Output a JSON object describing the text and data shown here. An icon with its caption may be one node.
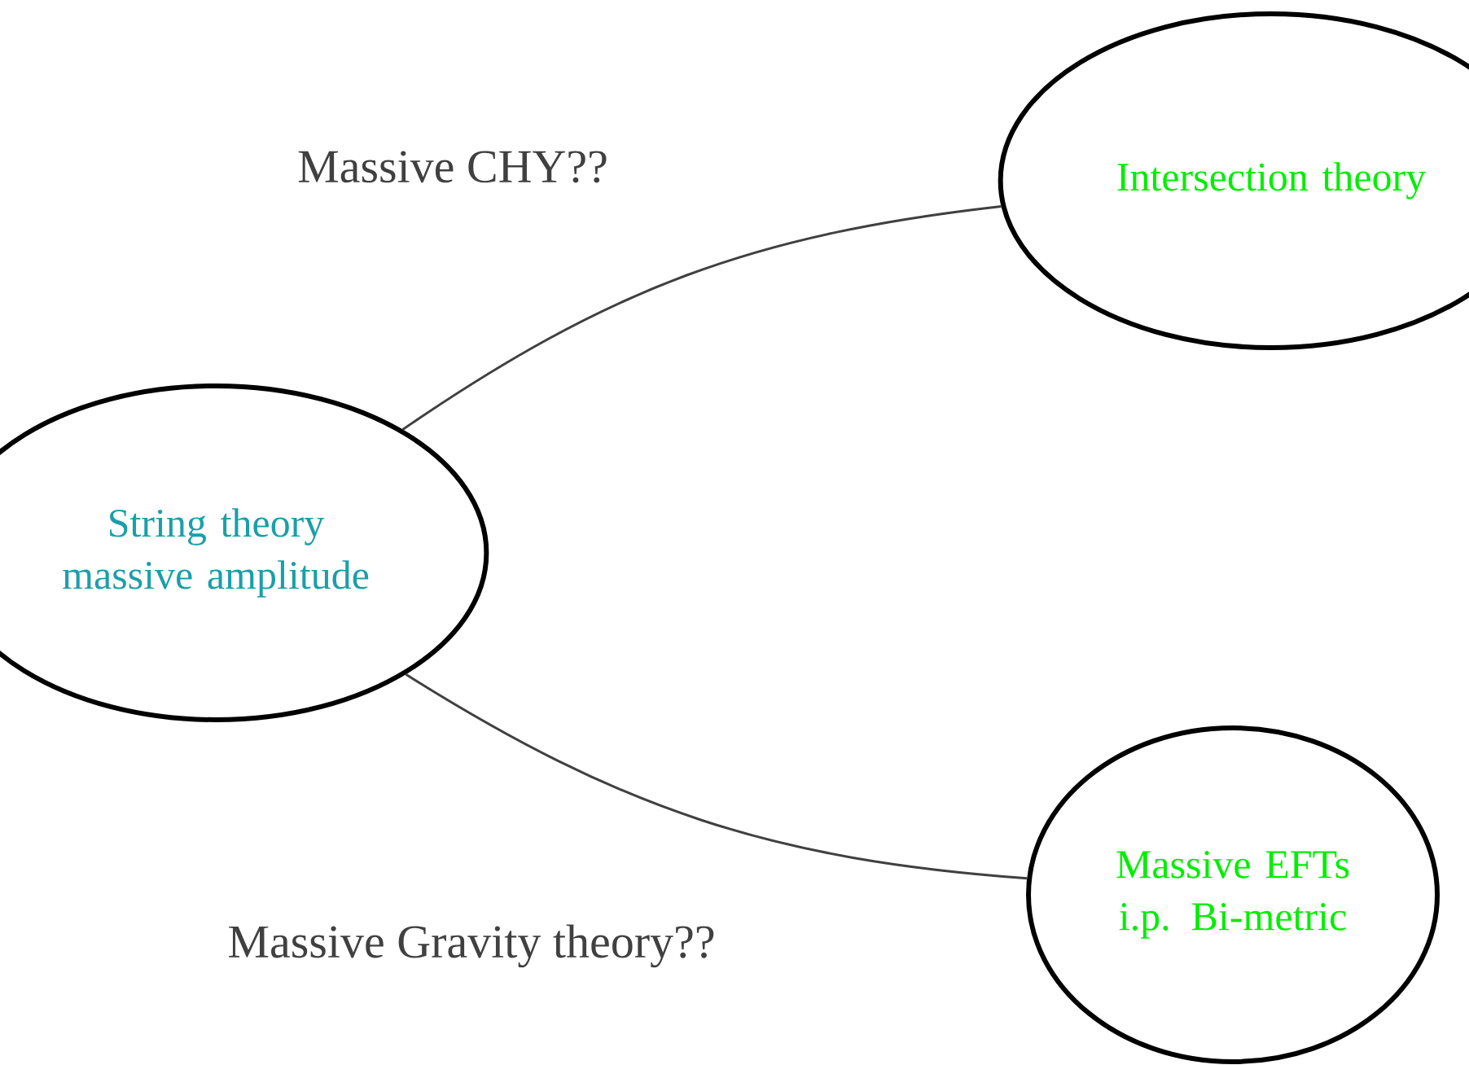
{
  "diagram": {
    "nodes": [
      {
        "text": [
          "String theory massive amplitude"
        ]
      },
      {
        "text": [
          "Intersection theory"
        ]
      },
      {
        "text": [
          "Massive EFTs i.p. Bi-metric"
        ]
      }
    ],
    "edges": [
      {
        "from": 0,
        "to": 1,
        "arrow": "none"
      },
      {
        "from": 0,
        "to": 2,
        "arrow": "none"
      }
    ],
    "labels": [
      "Massive CHY??",
      "Massive Gravity theory??"
    ]
  }
}
